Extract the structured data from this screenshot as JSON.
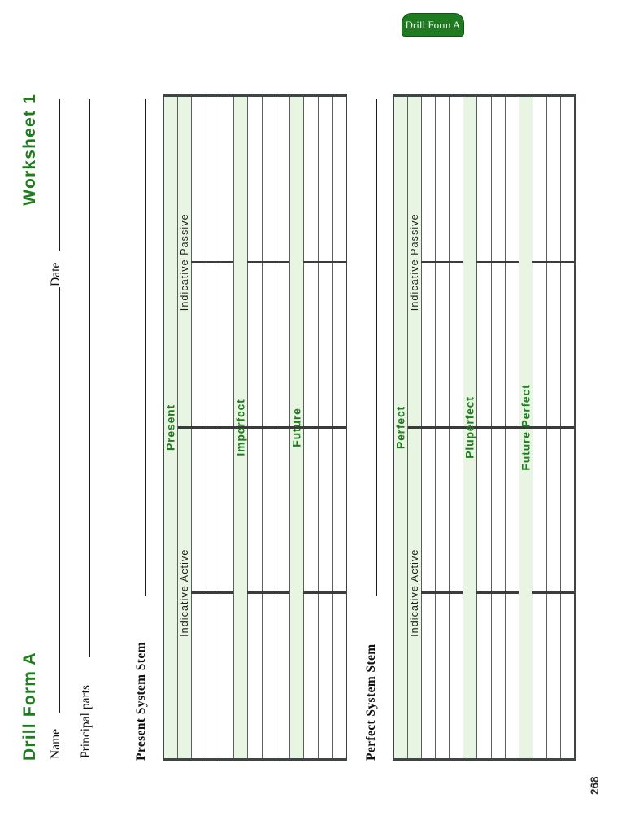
{
  "page": {
    "tab_badge": "Drill Form A",
    "header": {
      "form_title": "Drill Form A",
      "worksheet_title": "Worksheet 1"
    },
    "fields": {
      "name_label": "Name",
      "date_label": "Date",
      "principal_parts_label": "Principal parts"
    },
    "sections": [
      {
        "stem_label": "Present System Stem",
        "column_headers": {
          "active": "Indicative Active",
          "passive": "Indicative Passive"
        },
        "tenses": [
          "Present",
          "Imperfect",
          "Future"
        ]
      },
      {
        "stem_label": "Perfect System Stem",
        "column_headers": {
          "active": "Indicative Active",
          "passive": "Indicative Passive"
        },
        "tenses": [
          "Perfect",
          "Pluperfect",
          "Future Perfect"
        ]
      }
    ],
    "page_number": "268",
    "colors": {
      "green_text": "#1f7c1f",
      "band_fill": "#e9f5e3",
      "badge_fill": "#1e7b20",
      "grid_line": "#5a5f5e"
    }
  }
}
